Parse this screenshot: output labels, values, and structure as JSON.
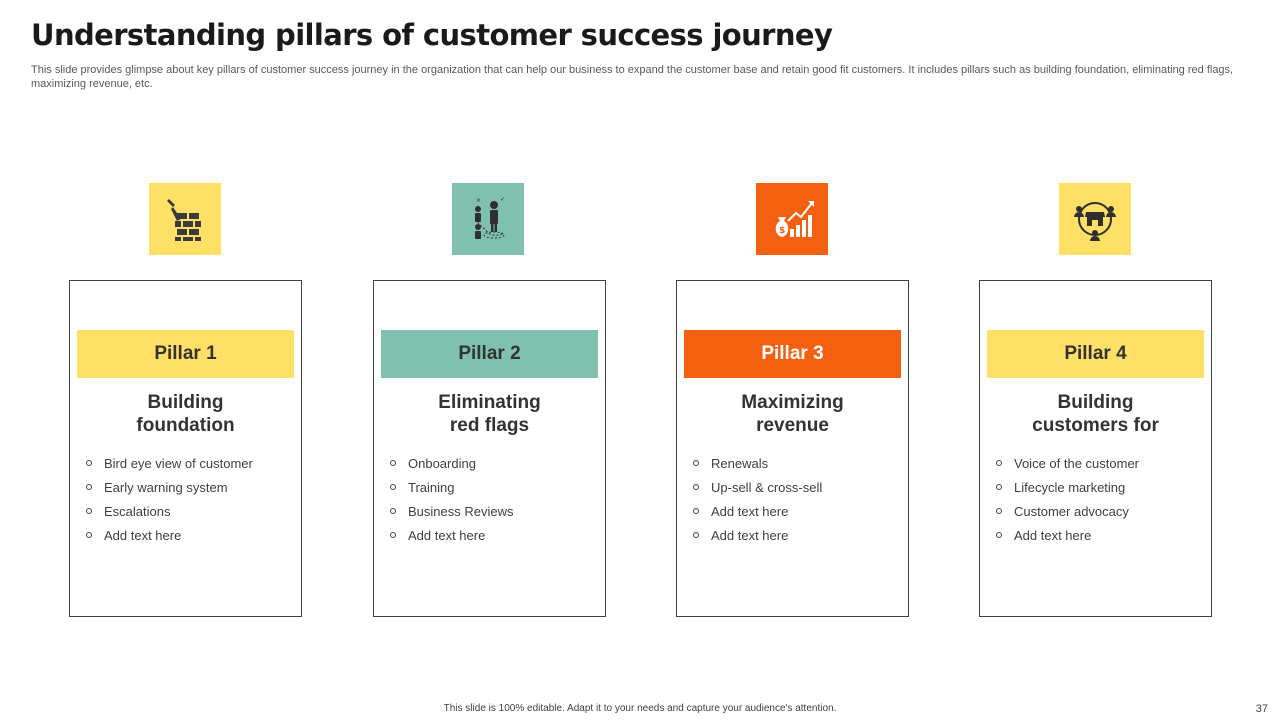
{
  "slide": {
    "title": "Understanding pillars of customer success journey",
    "subtitle": "This slide provides glimpse about key pillars of customer success journey in the organization that can help our business to expand the customer base and retain good fit customers. It includes pillars such as building foundation, eliminating red flags, maximizing revenue, etc.",
    "footer": "This slide is 100% editable.  Adapt it to your needs and capture your audience's attention.",
    "page_number": "37"
  },
  "colors": {
    "yellow": "#FFE066",
    "teal": "#7FC1AE",
    "orange": "#F4600F",
    "dark_icon": "#3a3a3a"
  },
  "pillars": [
    {
      "label": "Pillar 1",
      "heading_line1": "Building",
      "heading_line2": "foundation",
      "icon": "brick-wall-trowel-icon",
      "color": "#FFE066",
      "bullets": [
        "Bird eye view  of customer",
        "Early warning system",
        "Escalations",
        "Add text here"
      ]
    },
    {
      "label": "Pillar 2",
      "heading_line1": "Eliminating",
      "heading_line2": "red flags",
      "icon": "people-decision-path-icon",
      "color": "#7FC1AE",
      "bullets": [
        "Onboarding",
        "Training",
        "Business Reviews",
        "Add text here"
      ]
    },
    {
      "label": "Pillar 3",
      "heading_line1": "Maximizing",
      "heading_line2": "revenue",
      "icon": "money-bag-growth-chart-icon",
      "color": "#F4600F",
      "bullets": [
        "Renewals",
        "Up-sell & cross-sell",
        "Add text here",
        "Add text here"
      ]
    },
    {
      "label": "Pillar 4",
      "heading_line1": "Building",
      "heading_line2": "customers for",
      "icon": "store-customers-network-icon",
      "color": "#FFE066",
      "bullets": [
        "Voice of the customer",
        "Lifecycle marketing",
        "Customer advocacy",
        "Add text here"
      ]
    }
  ]
}
